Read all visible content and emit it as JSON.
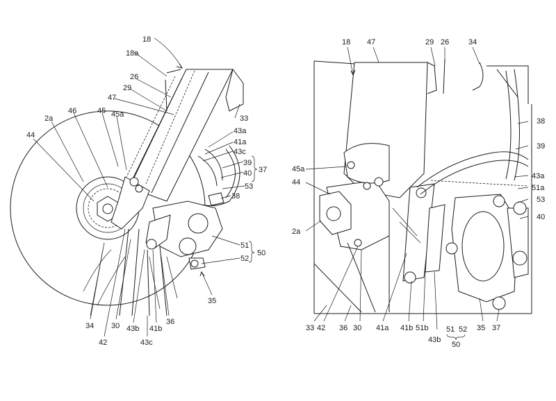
{
  "figure_left": {
    "labels": [
      "18",
      "18a",
      "26",
      "29",
      "47",
      "33",
      "43a",
      "41a",
      "43c",
      "39",
      "40",
      "37",
      "53",
      "38",
      "2a",
      "46",
      "45",
      "45a",
      "44",
      "51",
      "50",
      "52",
      "35",
      "34",
      "42",
      "30",
      "43b",
      "41b",
      "43c",
      "36"
    ],
    "bracket_labels": {
      "37": "37",
      "50": "50"
    }
  },
  "figure_right": {
    "labels": [
      "18",
      "47",
      "29",
      "26",
      "34",
      "38",
      "39",
      "43a",
      "51a",
      "53",
      "40",
      "45a",
      "44",
      "2a",
      "33",
      "42",
      "36",
      "30",
      "41a",
      "41b",
      "51b",
      "43b",
      "51",
      "52",
      "50",
      "35",
      "37"
    ]
  }
}
